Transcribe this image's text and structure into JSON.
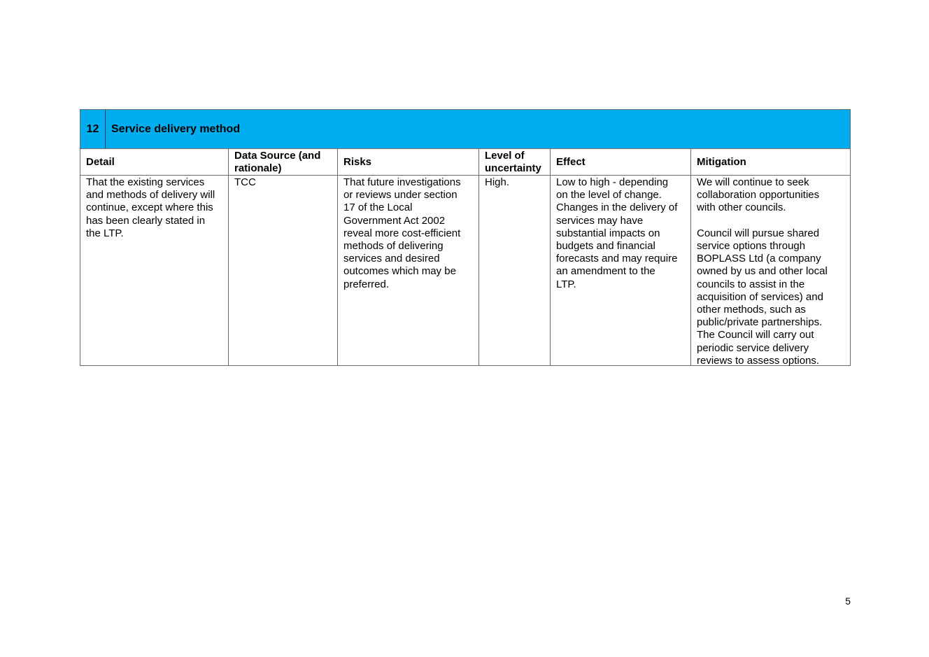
{
  "section": {
    "number": "12",
    "title": "Service delivery method"
  },
  "columns": {
    "detail": "Detail",
    "data_source": [
      "Data Source (and",
      "rationale)"
    ],
    "risks": "Risks",
    "uncertainty": [
      "Level of",
      "uncertainty"
    ],
    "effect": "Effect",
    "mitigation": "Mitigation"
  },
  "row": {
    "detail": [
      "That the existing services",
      "and methods of delivery will",
      "continue, except where this",
      "has been clearly stated in",
      "the LTP."
    ],
    "data_source": [
      "TCC"
    ],
    "risks": [
      "That future investigations",
      "or reviews under section",
      "17 of the Local",
      "Government Act 2002",
      "reveal more cost-efficient",
      "methods of delivering",
      "services and desired",
      "outcomes which may be",
      "preferred."
    ],
    "uncertainty": [
      "High."
    ],
    "effect": [
      "Low to high - depending",
      "on the level of change.",
      "Changes in the delivery of",
      "services may have",
      "substantial impacts on",
      "budgets and financial",
      "forecasts and may require",
      "an amendment to the",
      "LTP."
    ],
    "mitigation_p1": [
      "We will continue to seek",
      "collaboration opportunities",
      "with other councils."
    ],
    "mitigation_p2": [
      "Council will pursue shared",
      "service options through",
      "BOPLASS Ltd (a company",
      "owned by us and other local",
      "councils to assist in the",
      "acquisition of services) and",
      "other methods, such as",
      "public/private partnerships.",
      "The Council will carry out",
      "periodic service delivery",
      "reviews to assess options."
    ]
  },
  "page_number": "5",
  "colors": {
    "header_bg": "#00aeef",
    "border": "#6b6b6b"
  }
}
